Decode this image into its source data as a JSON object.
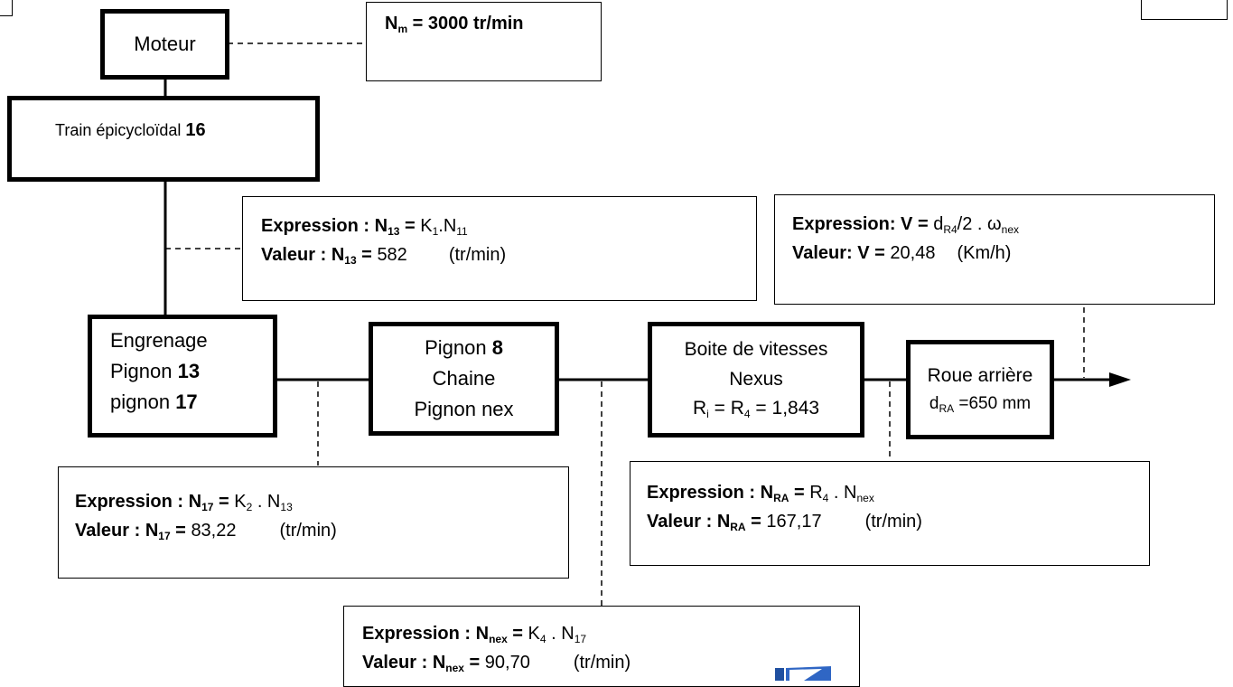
{
  "blocks": {
    "moteur": "Moteur",
    "train": {
      "prefix": "Train épicycloïdal ",
      "num": "16"
    },
    "engrenage": {
      "l1": "Engrenage",
      "l2p": "Pignon ",
      "l2n": "13",
      "l3p": "pignon ",
      "l3n": "17"
    },
    "pignon8": {
      "l1p": "Pignon ",
      "l1n": "8",
      "l2": "Chaine",
      "l3": "Pignon nex"
    },
    "boite": {
      "l1": "Boite de vitesses",
      "l2": "Nexus",
      "l3a": "R",
      "l3b": "i",
      "l3c": " = R",
      "l3d": "4",
      "l3e": " = 1,843"
    },
    "roue": {
      "l1": "Roue arrière",
      "l2a": "d",
      "l2b": "RA",
      "l2c": " =650 mm"
    }
  },
  "nm": {
    "a": "N",
    "b": "m",
    "c": " = 3000 tr/min"
  },
  "n13": {
    "expr_lbl": "Expression : ",
    "var": "N",
    "var_sub": "13",
    "eq": " =",
    "rhs1": " K",
    "rhs1_sub": "1",
    "rhs2": ".N",
    "rhs2_sub": "11",
    "val_lbl": "Valeur : ",
    "value": "582",
    "unit": "(tr/min)"
  },
  "v": {
    "expr_lbl": "Expression: ",
    "var": "V",
    "eq": " =",
    "rhs1": " d",
    "rhs1_sub": "R4",
    "rhs2": "/2 . ω",
    "rhs2_sub": "nex",
    "val_lbl": "Valeur: ",
    "var2": "V",
    "eq2": " = ",
    "value": " 20,48",
    "unit": "(Km/h)"
  },
  "n17": {
    "expr_lbl": "Expression : ",
    "var": "N",
    "var_sub": "17",
    "eq": " =",
    "rhs1": " K",
    "rhs1_sub": "2",
    "rhs2": " . N",
    "rhs2_sub": "13",
    "val_lbl": "Valeur : ",
    "value": "83,22",
    "unit": "(tr/min)"
  },
  "nra": {
    "expr_lbl": "Expression : ",
    "var": "N",
    "var_sub": "RA",
    "eq": " =",
    "rhs1": " R",
    "rhs1_sub": "4",
    "rhs2": " . N",
    "rhs2_sub": "nex",
    "val_lbl": "Valeur : ",
    "value": "167,17",
    "unit": "(tr/min)"
  },
  "nnex": {
    "expr_lbl": "Expression : ",
    "var": "N",
    "var_sub": "nex",
    "eq": " =",
    "rhs1": "  K",
    "rhs1_sub": "4",
    "rhs2": " . N",
    "rhs2_sub": "17",
    "val_lbl": "Valeur : ",
    "value": "90,70",
    "unit": "(tr/min)"
  }
}
